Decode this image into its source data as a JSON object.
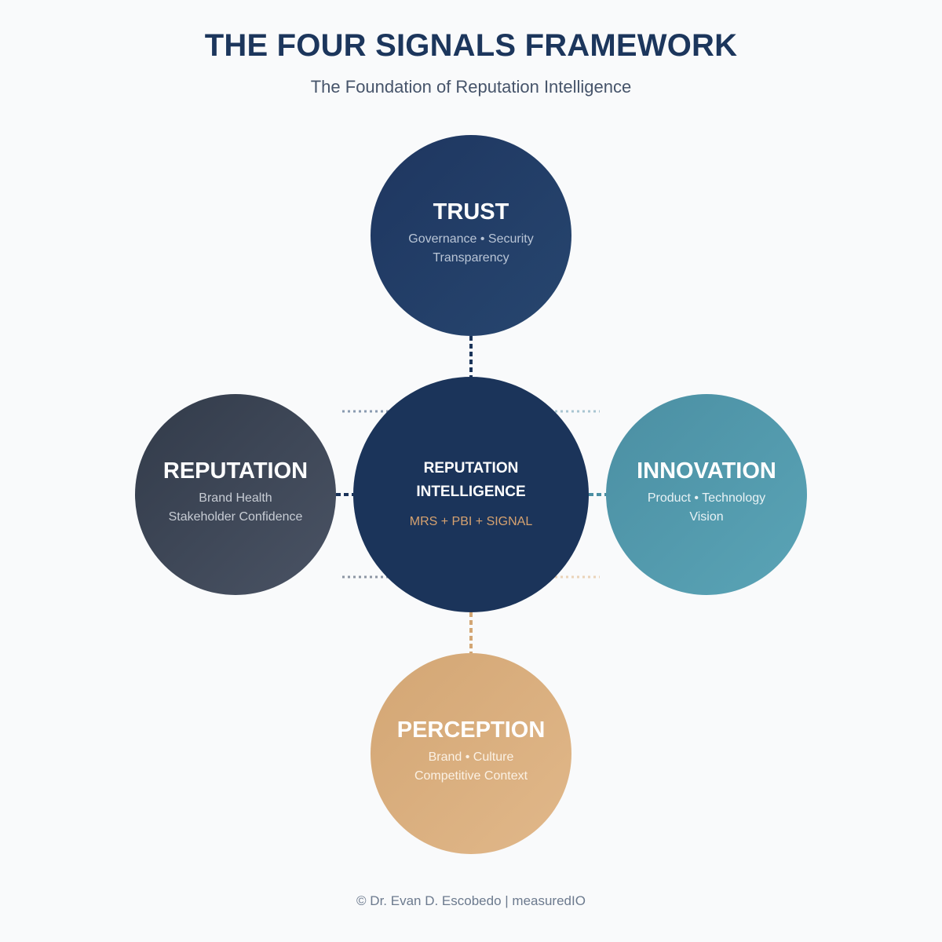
{
  "header": {
    "title": "THE FOUR SIGNALS FRAMEWORK",
    "subtitle": "The Foundation of Reputation Intelligence"
  },
  "center": {
    "title_line1": "REPUTATION",
    "title_line2": "INTELLIGENCE",
    "formula": "MRS + PBI + SIGNAL",
    "color": "#1b345a"
  },
  "signals": {
    "trust": {
      "title": "TRUST",
      "desc_line1": "Governance • Security",
      "desc_line2": "Transparency",
      "color": "#22406a"
    },
    "reputation": {
      "title": "REPUTATION",
      "desc_line1": "Brand Health",
      "desc_line2": "Stakeholder Confidence",
      "color": "#3d4657"
    },
    "innovation": {
      "title": "INNOVATION",
      "desc_line1": "Product • Technology",
      "desc_line2": "Vision",
      "color": "#529aae"
    },
    "perception": {
      "title": "PERCEPTION",
      "desc_line1": "Brand • Culture",
      "desc_line2": "Competitive Context",
      "color": "#d9ae7e"
    }
  },
  "footer": {
    "text": "© Dr. Evan D. Escobedo | measuredIO"
  }
}
